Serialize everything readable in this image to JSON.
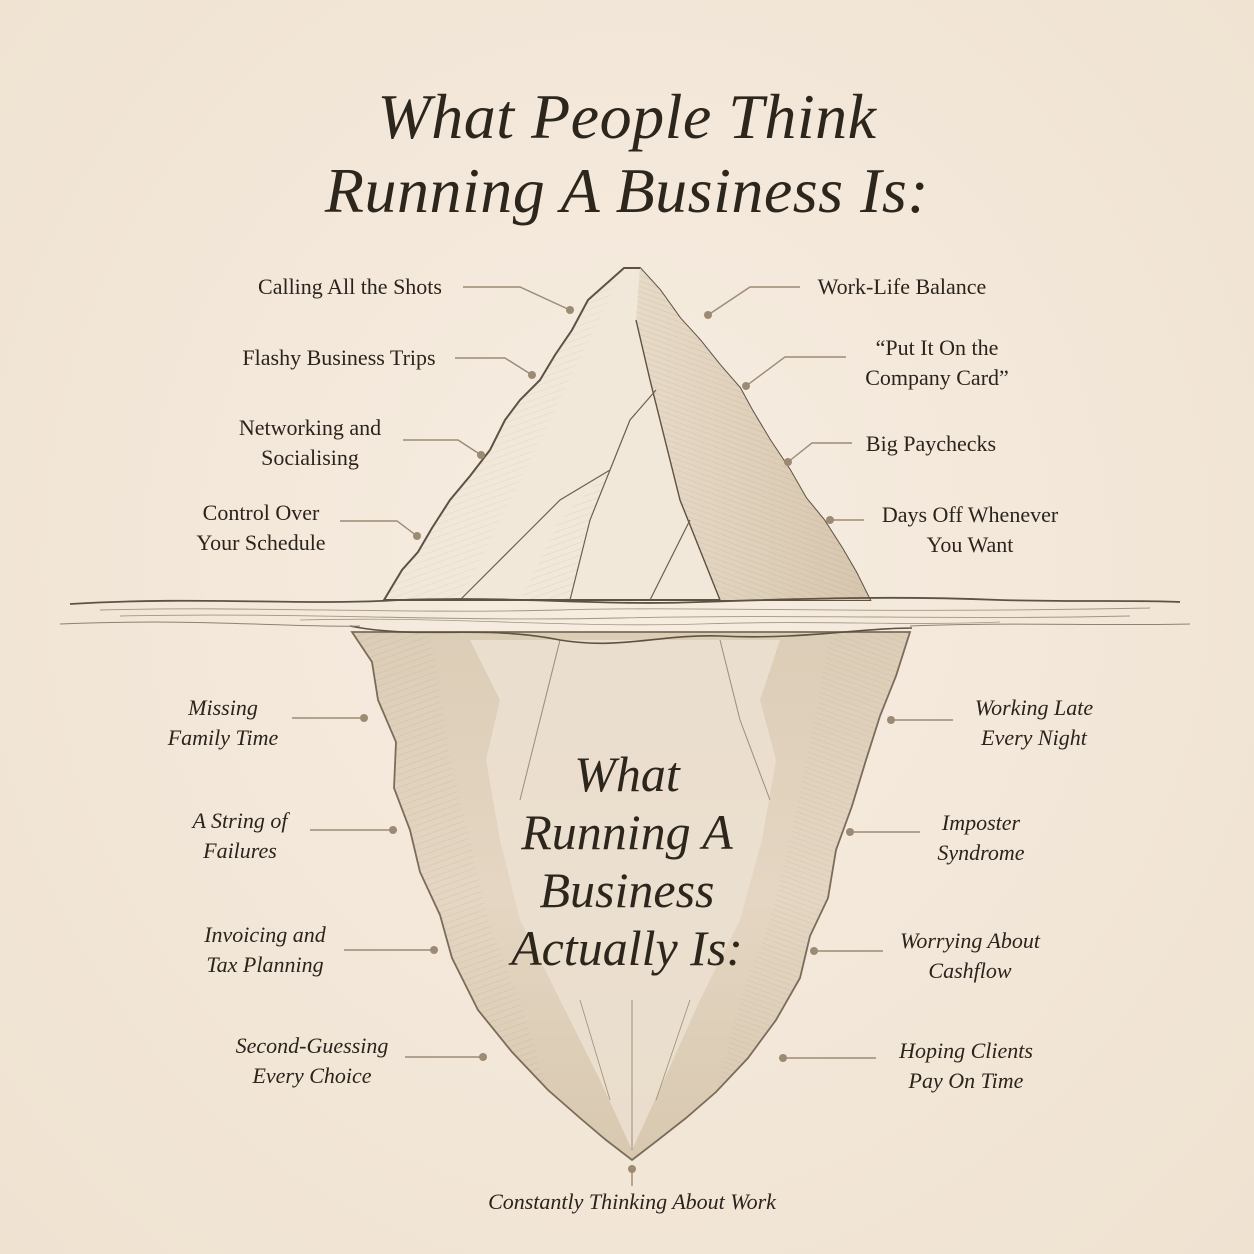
{
  "title": {
    "line1": "What People Think",
    "line2": "Running A Business Is:"
  },
  "underwater_title": {
    "line1": "What",
    "line2": "Running A",
    "line3": "Business",
    "line4": "Actually Is:"
  },
  "above_water": {
    "left": [
      {
        "lines": [
          "Calling All the Shots"
        ]
      },
      {
        "lines": [
          "Flashy Business Trips"
        ]
      },
      {
        "lines": [
          "Networking and",
          "Socialising"
        ]
      },
      {
        "lines": [
          "Control Over",
          "Your Schedule"
        ]
      }
    ],
    "right": [
      {
        "lines": [
          "Work-Life Balance"
        ]
      },
      {
        "lines": [
          "“Put It On the",
          "Company Card”"
        ]
      },
      {
        "lines": [
          "Big Paychecks"
        ]
      },
      {
        "lines": [
          "Days Off Whenever",
          "You Want"
        ]
      }
    ]
  },
  "below_water": {
    "left": [
      {
        "lines": [
          "Missing",
          "Family Time"
        ]
      },
      {
        "lines": [
          "A String of",
          "Failures"
        ]
      },
      {
        "lines": [
          "Invoicing and",
          "Tax Planning"
        ]
      },
      {
        "lines": [
          "Second-Guessing",
          "Every Choice"
        ]
      }
    ],
    "right": [
      {
        "lines": [
          "Working Late",
          "Every Night"
        ]
      },
      {
        "lines": [
          "Imposter",
          "Syndrome"
        ]
      },
      {
        "lines": [
          "Worrying About",
          "Cashflow"
        ]
      },
      {
        "lines": [
          "Hoping Clients",
          "Pay On Time"
        ]
      }
    ],
    "bottom": {
      "lines": [
        "Constantly Thinking About Work"
      ]
    }
  },
  "colors": {
    "background": "#f3e8da",
    "text": "#2b241c",
    "leader_line": "#9c8a74",
    "ice_light": "#f1e6d6",
    "ice_shade": "#d9c9b2",
    "ice_outline": "#6e6252",
    "water_line": "#5e5244"
  }
}
